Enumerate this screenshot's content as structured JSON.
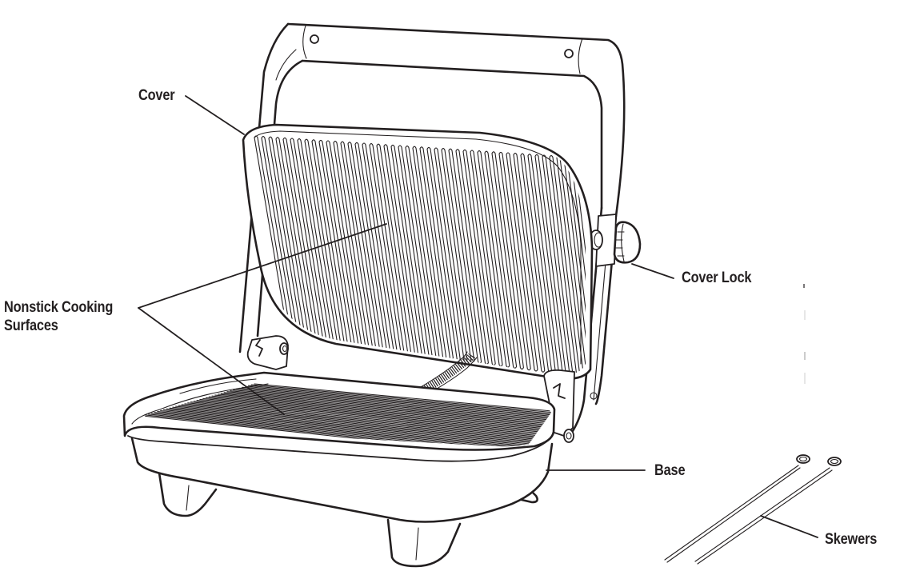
{
  "diagram": {
    "subject": "Panini press / contact grill with skewers",
    "labels": {
      "cover": "Cover",
      "nonstick_line1": "Nonstick Cooking",
      "nonstick_line2": "Surfaces",
      "cover_lock": "Cover Lock",
      "base": "Base",
      "skewers": "Skewers"
    },
    "colors": {
      "ink": "#231f20",
      "background": "#ffffff"
    }
  }
}
